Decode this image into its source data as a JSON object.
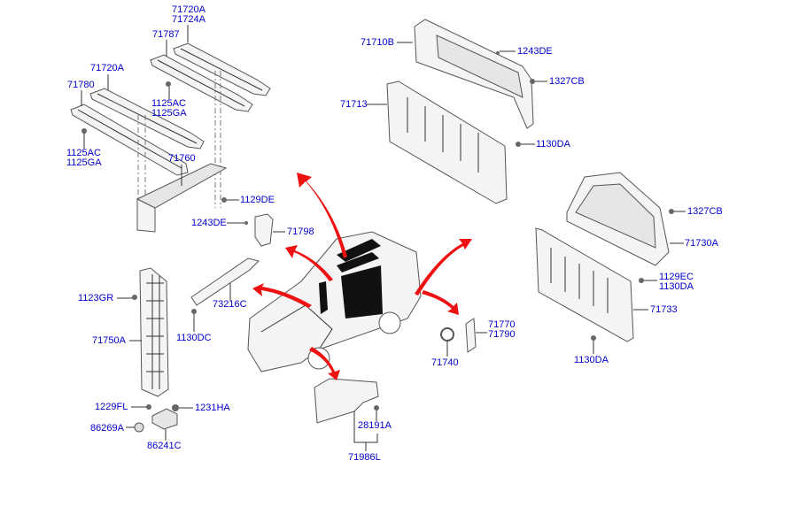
{
  "diagram": {
    "accent_color": "#0000cc",
    "arrow_color": "#ee1111",
    "labels": {
      "l71720A_top": [
        "71720A",
        "71724A"
      ],
      "l71787": "71787",
      "l71720A": "71720A",
      "l71780": "71780",
      "l1125_mid": [
        "1125AC",
        "1125GA"
      ],
      "l1125_left": [
        "1125AC",
        "1125GA"
      ],
      "l71760": "71760",
      "l1129DE": "1129DE",
      "l1243DE_left": "1243DE",
      "l71798": "71798",
      "l73216C": "73216C",
      "l1123GR": "1123GR",
      "l1130DC": "1130DC",
      "l71750A": "71750A",
      "l1229FL": "1229FL",
      "l1231HA": "1231HA",
      "l86269A": "86269A",
      "l86241C": "86241C",
      "l71710B": "71710B",
      "l1243DE_right": "1243DE",
      "l1327CB_top": "1327CB",
      "l71713": "71713",
      "l1130DA_top": "1130DA",
      "l1327CB_right": "1327CB",
      "l71730A": "71730A",
      "l1129EC": [
        "1129EC",
        "1130DA"
      ],
      "l71733": "71733",
      "l1130DA_bottom": "1130DA",
      "l71770": [
        "71770",
        "71790"
      ],
      "l71740": "71740",
      "l28191A": "28191A",
      "l71986L": "71986L"
    }
  }
}
